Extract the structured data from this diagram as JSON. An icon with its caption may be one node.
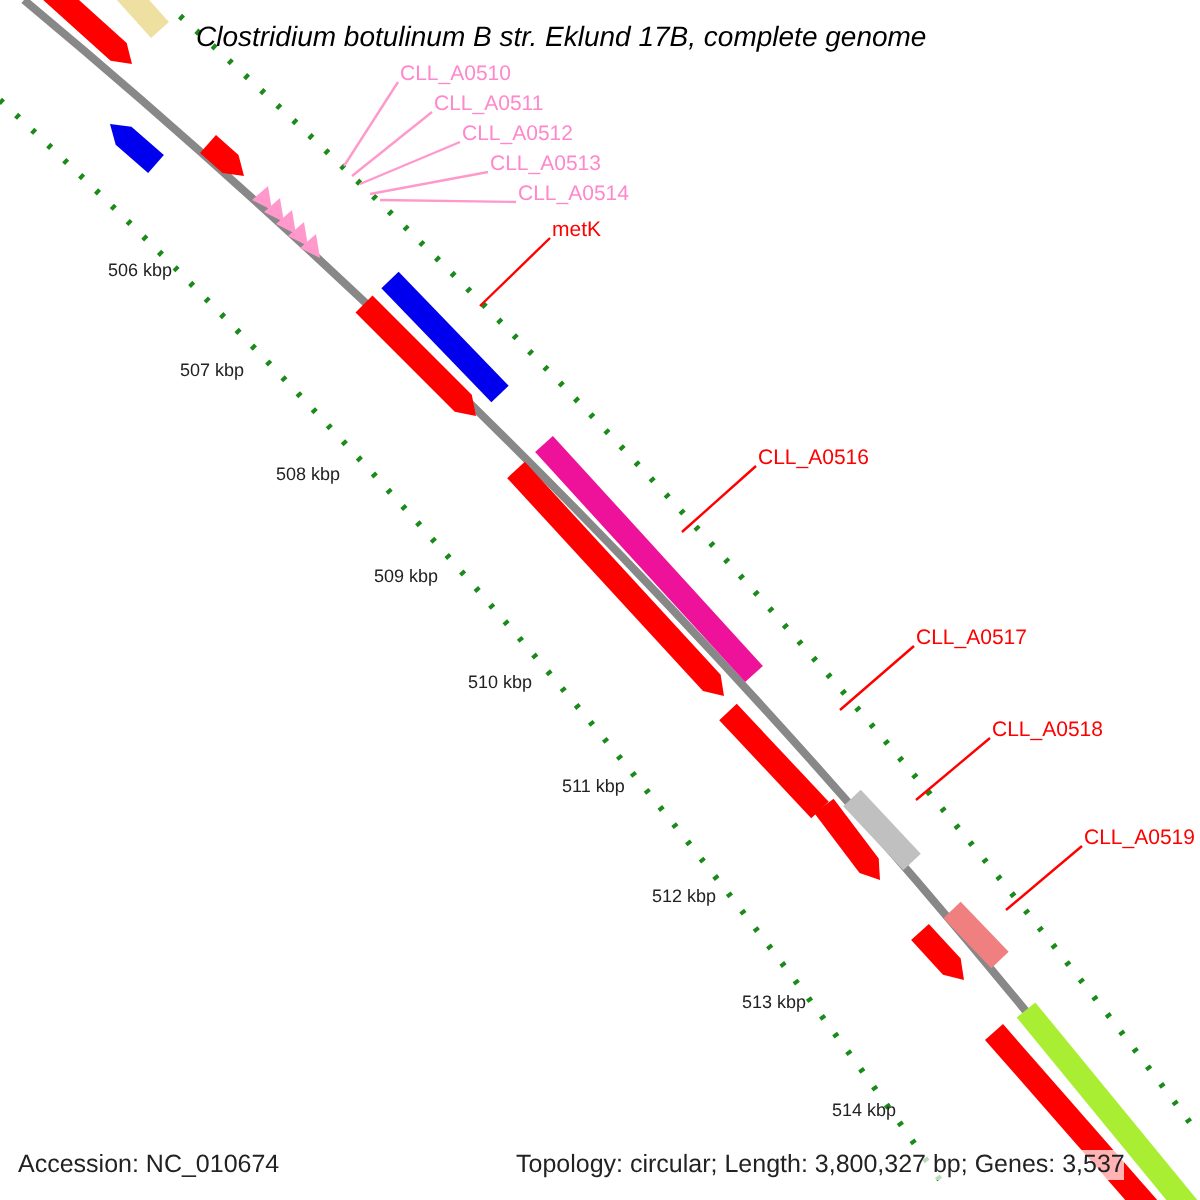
{
  "diagram": {
    "title": "Clostridium botulinum B str. Eklund 17B, complete genome",
    "nodes": [
      {
        "text": [
          "CLL_A0510"
        ]
      },
      {
        "text": [
          "CLL_A0511"
        ]
      },
      {
        "text": [
          "CLL_A0512"
        ]
      },
      {
        "text": [
          "CLL_A0513"
        ]
      },
      {
        "text": [
          "CLL_A0514"
        ]
      },
      {
        "text": [
          "metK"
        ]
      },
      {
        "text": [
          "CLL_A0516"
        ]
      },
      {
        "text": [
          "CLL_A0517"
        ]
      },
      {
        "text": [
          "CLL_A0518"
        ]
      },
      {
        "text": [
          "CLL_A0519"
        ]
      }
    ],
    "edges": [
      {
        "from": 0,
        "to": null,
        "arrow": "none",
        "color": "#ff99cc"
      },
      {
        "from": 1,
        "to": null,
        "arrow": "none",
        "color": "#ff99cc"
      },
      {
        "from": 2,
        "to": null,
        "arrow": "none",
        "color": "#ff99cc"
      },
      {
        "from": 3,
        "to": null,
        "arrow": "none",
        "color": "#ff99cc"
      },
      {
        "from": 4,
        "to": null,
        "arrow": "none",
        "color": "#ff99cc"
      },
      {
        "from": 5,
        "to": null,
        "arrow": "none",
        "color": "#ff0000"
      },
      {
        "from": 6,
        "to": null,
        "arrow": "none",
        "color": "#ff0000"
      },
      {
        "from": 7,
        "to": null,
        "arrow": "none",
        "color": "#ff0000"
      },
      {
        "from": 8,
        "to": null,
        "arrow": "none",
        "color": "#ff0000"
      },
      {
        "from": 9,
        "to": null,
        "arrow": "none",
        "color": "#ff0000"
      }
    ],
    "labels": [
      "506 kbp",
      "507 kbp",
      "508 kbp",
      "509 kbp",
      "510 kbp",
      "511 kbp",
      "512 kbp",
      "513 kbp",
      "514 kbp",
      "Accession: NC_010674",
      "Topology: circular; Length: 3,800,327 bp; Genes: 3,537"
    ]
  }
}
